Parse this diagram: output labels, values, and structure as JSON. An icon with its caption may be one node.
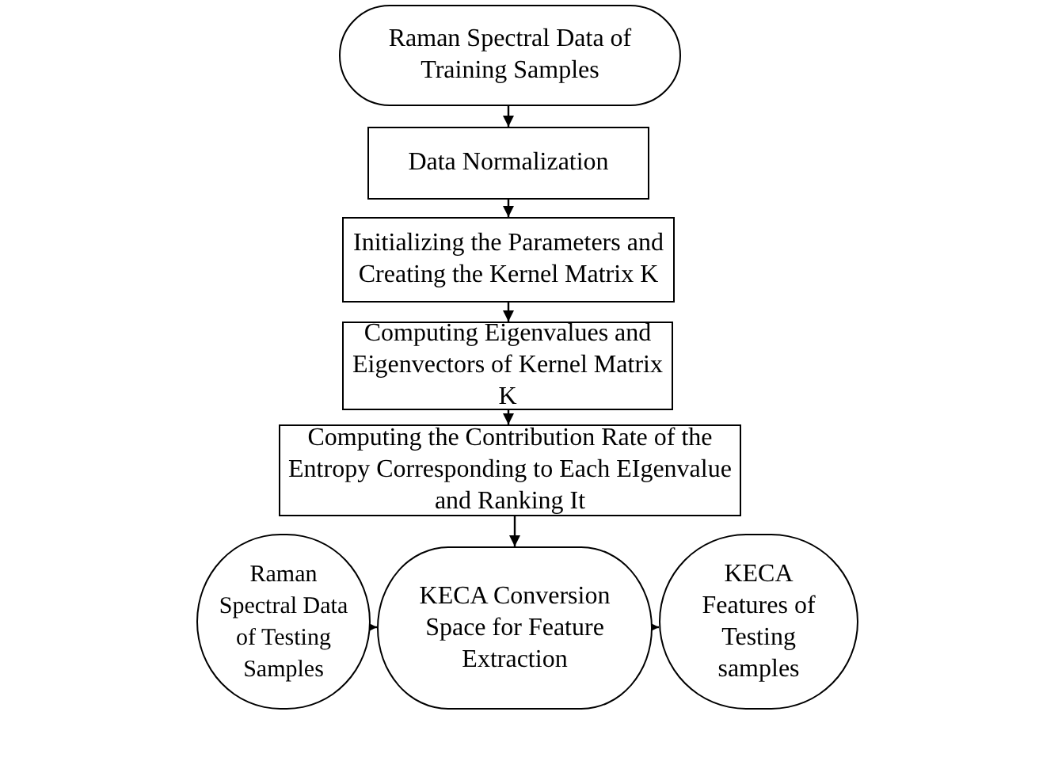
{
  "diagram": {
    "nodes": [
      {
        "text": [
          "Raman Spectral Data of Training Samples"
        ]
      },
      {
        "text": [
          "Data Normalization"
        ]
      },
      {
        "text": [
          "Initializing the Parameters and Creating the Kernel Matrix K"
        ]
      },
      {
        "text": [
          "Computing Eigenvalues and Eigenvectors of Kernel Matrix K"
        ]
      },
      {
        "text": [
          "Computing the Contribution Rate of the Entropy Corresponding to Each EIgenvalue and Ranking It"
        ]
      },
      {
        "text": [
          "Raman Spectral Data of Testing Samples"
        ]
      },
      {
        "text": [
          "KECA Conversion Space for Feature Extraction"
        ]
      },
      {
        "text": [
          "KECA Features of Testing samples"
        ]
      }
    ],
    "edges": [
      {
        "from": 0,
        "to": 1,
        "arrow": "to"
      },
      {
        "from": 1,
        "to": 2,
        "arrow": "to"
      },
      {
        "from": 2,
        "to": 3,
        "arrow": "to"
      },
      {
        "from": 3,
        "to": 4,
        "arrow": "to"
      },
      {
        "from": 4,
        "to": 6,
        "arrow": "to"
      },
      {
        "from": 5,
        "to": 6,
        "arrow": "to"
      },
      {
        "from": 6,
        "to": 7,
        "arrow": "to"
      }
    ]
  }
}
